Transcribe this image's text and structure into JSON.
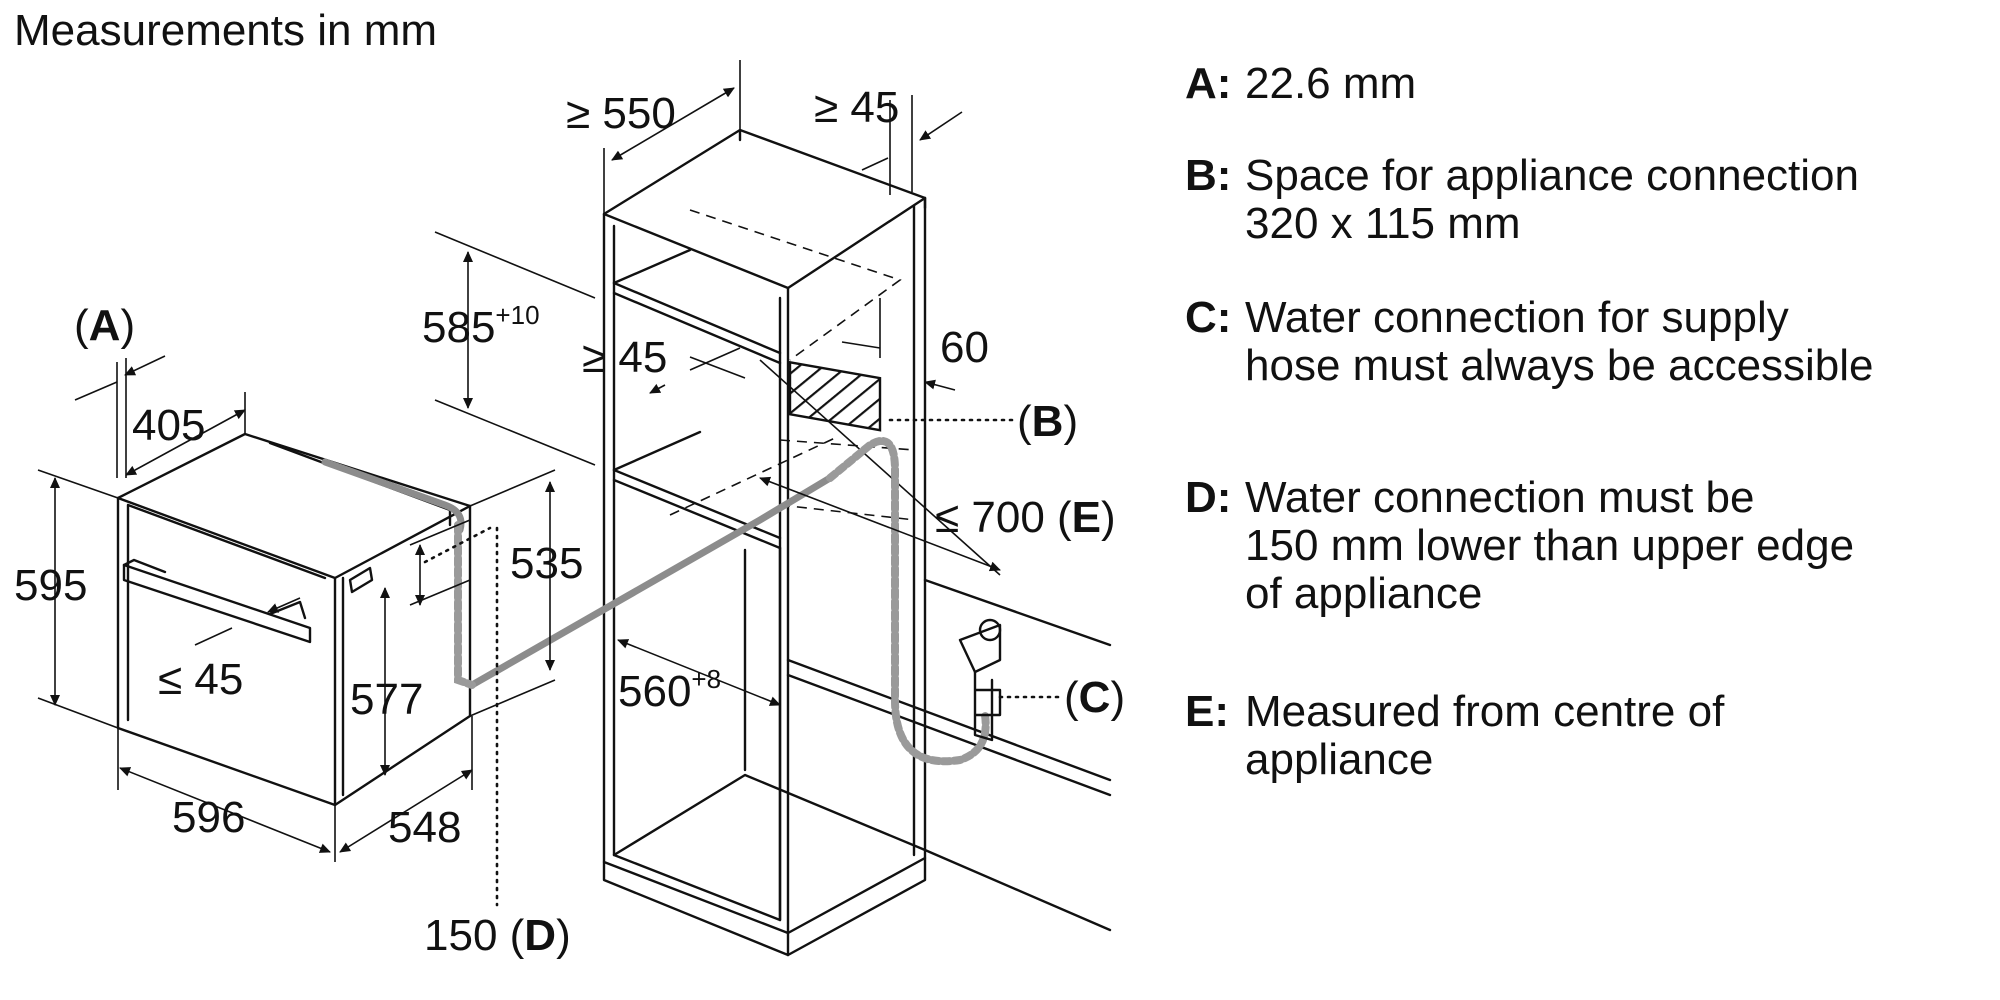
{
  "title": "Measurements in mm",
  "dimensions": {
    "cab_depth": "≥ 550",
    "cab_side_gap": "≥ 45",
    "niche_height": "585",
    "niche_height_tol": "+10",
    "inner_gap": "≥ 45",
    "side_60": "60",
    "max_700": "≤ 700 (",
    "max_700_key": "E",
    "max_700_close": ")",
    "niche_width": "560",
    "niche_width_tol": "+8",
    "oven_a": "(",
    "oven_a_key": "A",
    "oven_a_close": ")",
    "oven_405": "405",
    "oven_595": "595",
    "oven_le45": "≤ 45",
    "oven_535": "535",
    "oven_577": "577",
    "oven_596": "596",
    "oven_548": "548",
    "d_150": "150 (",
    "d_key": "D",
    "d_close": ")",
    "b_open": "(",
    "b_key": "B",
    "b_close": ")",
    "c_open": "(",
    "c_key": "C",
    "c_close": ")"
  },
  "legend": [
    {
      "key": "A:",
      "lines": [
        "22.6 mm"
      ]
    },
    {
      "key": "B:",
      "lines": [
        "Space for appliance connection",
        "320 x 115 mm"
      ]
    },
    {
      "key": "C:",
      "lines": [
        "Water connection for supply",
        "hose must always be accessible"
      ]
    },
    {
      "key": "D:",
      "lines": [
        "Water connection must be",
        "150 mm lower than upper edge",
        "of appliance"
      ]
    },
    {
      "key": "E:",
      "lines": [
        "Measured from centre of",
        "appliance"
      ]
    }
  ]
}
